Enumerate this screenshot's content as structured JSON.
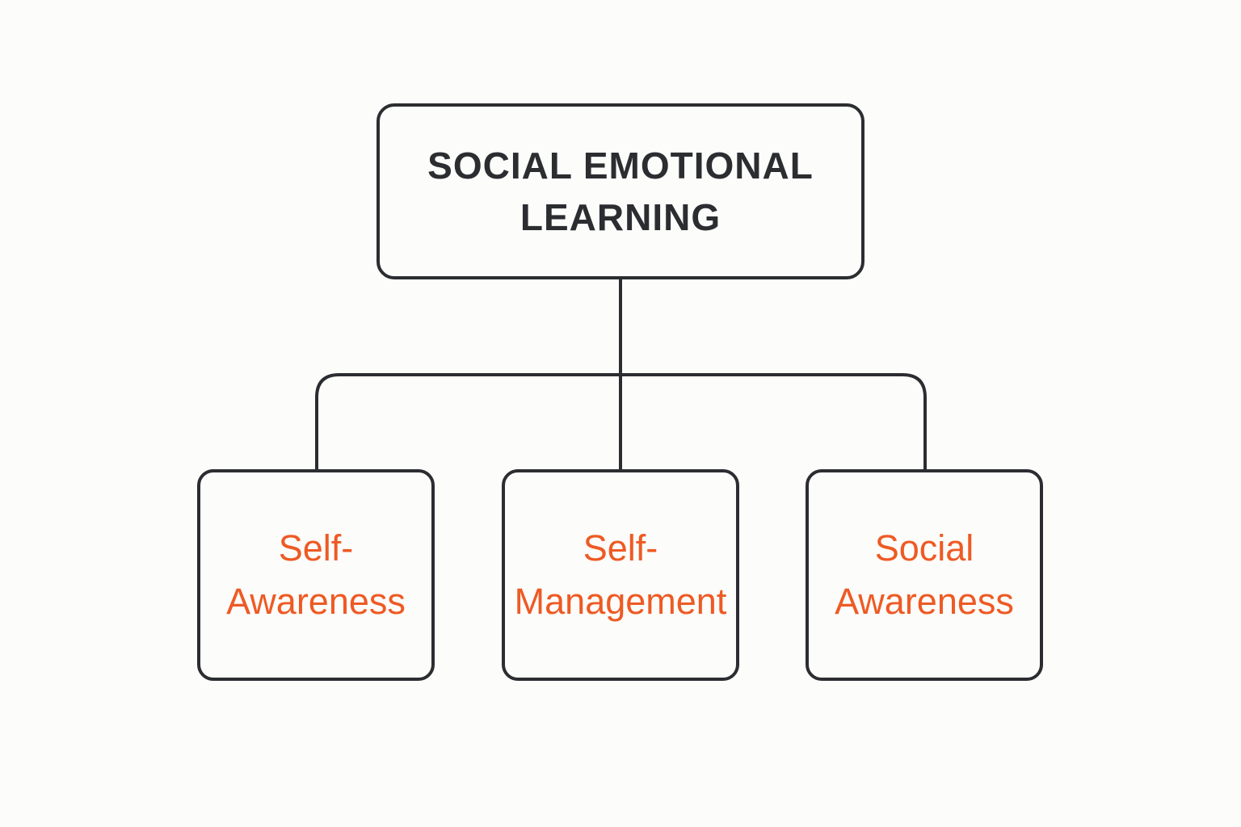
{
  "diagram": {
    "root": {
      "lines": [
        "SOCIAL EMOTIONAL",
        "LEARNING"
      ]
    },
    "children": [
      {
        "lines": [
          "Self-",
          "Awareness"
        ]
      },
      {
        "lines": [
          "Self-",
          "Management"
        ]
      },
      {
        "lines": [
          "Social",
          "Awareness"
        ]
      }
    ]
  },
  "colors": {
    "background": "#fcfcfa",
    "stroke": "#2b2d31",
    "root_text": "#2b2d31",
    "child_text": "#ee5a24"
  }
}
